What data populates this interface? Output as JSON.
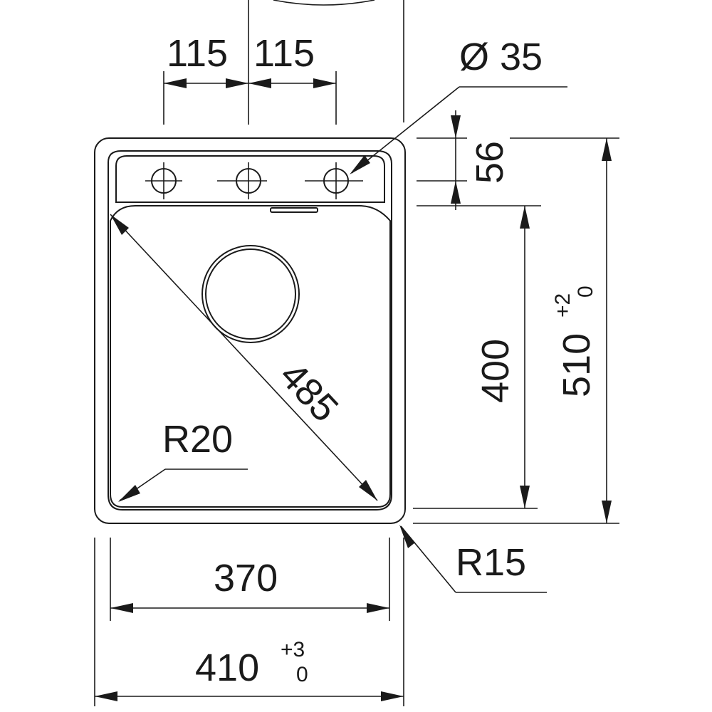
{
  "dimensions": {
    "tap_spacing_left": "115",
    "tap_spacing_right": "115",
    "tap_hole_diameter": "Ø 35",
    "deck_depth": "56",
    "bowl_depth": "400",
    "overall_depth": "510",
    "overall_depth_tol_upper": "+2",
    "overall_depth_tol_lower": "0",
    "bowl_diagonal": "485",
    "inner_radius": "R20",
    "bowl_width": "370",
    "outer_radius": "R15",
    "overall_width": "410",
    "overall_width_tol_upper": "+3",
    "overall_width_tol_lower": "0"
  }
}
